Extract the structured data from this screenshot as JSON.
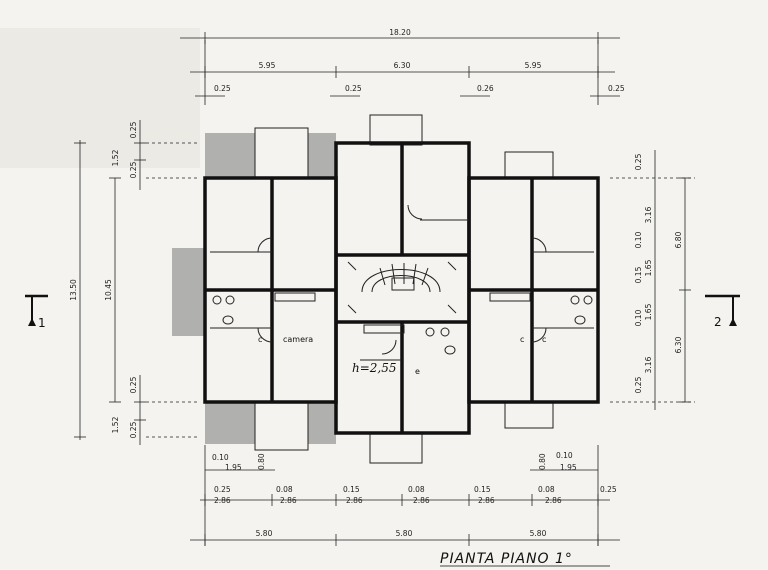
{
  "title": "PIANTA PIANO 1°",
  "handwritten_note": "h=2,55",
  "room_label": "camera",
  "room_marks": [
    "c",
    "c",
    "c",
    "e"
  ],
  "section_marks": {
    "left": "1",
    "right": "2"
  },
  "dims_top": {
    "overall": "18.20",
    "bays": [
      "5.95",
      "6.30",
      "5.95"
    ],
    "walls": [
      "0.25",
      "0.25",
      "0.26",
      "0.25"
    ]
  },
  "dims_left": {
    "overall": "13.50",
    "inner": "10.45",
    "top_wall": "0.25",
    "top_balcony": "1.52",
    "top_wall2": "0.25",
    "bot_wall": "0.25",
    "bot_balcony": "1.52",
    "bot_wall2": "0.25"
  },
  "dims_right": {
    "overall_top": "6.80",
    "overall_bot": "6.30",
    "segments": [
      "0.25",
      "3.16",
      "0.10",
      "1.65",
      "0.15",
      "1.65",
      "0.10",
      "3.16",
      "0.25"
    ]
  },
  "dims_bottom": {
    "small_left": [
      "0.10",
      "1.95",
      "0.80"
    ],
    "small_right": [
      "0.80",
      "0.10",
      "1.95"
    ],
    "row1": [
      "0.25",
      "2.86",
      "0.08",
      "2.86",
      "0.15",
      "2.86",
      "0.08",
      "2.86",
      "0.15",
      "2.86",
      "0.08",
      "2.86",
      "0.25"
    ],
    "bays": [
      "5.80",
      "5.80",
      "5.80"
    ]
  }
}
